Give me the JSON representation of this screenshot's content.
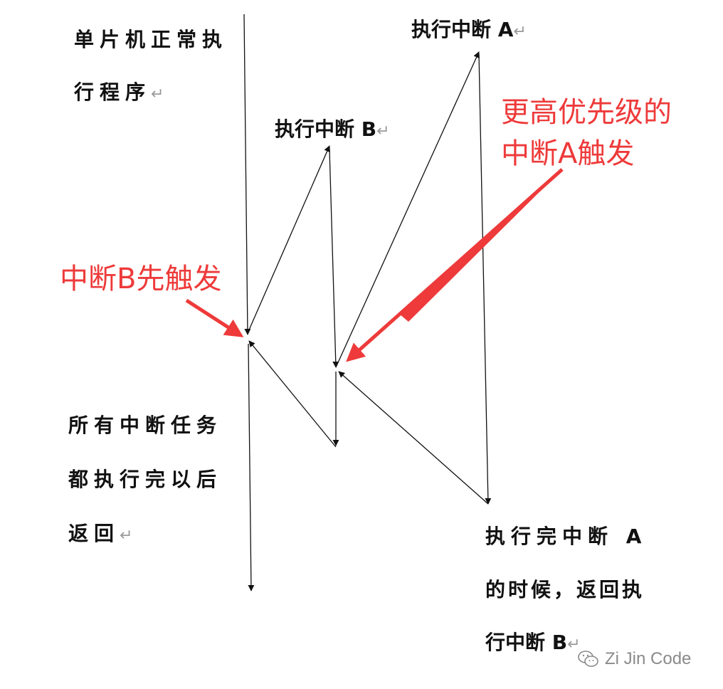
{
  "labels": {
    "main_line1": "单片机正常执",
    "main_line2": "行程序",
    "exec_b": "执行中断 B",
    "exec_a": "执行中断 A",
    "all_done_line1": "所有中断任务",
    "all_done_line2": "都执行完以后",
    "all_done_line3": "返回",
    "done_a_line1": "执行完中断  A",
    "done_a_line2": "的时候，返回执",
    "done_a_line3": "行中断 B",
    "return_mark": "↵"
  },
  "annotations": {
    "b_first": "中断B先触发",
    "a_higher_line1": "更高优先级的",
    "a_higher_line2": "中断A触发",
    "color": "#ee3a3a"
  },
  "watermark": {
    "text": "Zi Jin Code",
    "icon": "wechat-icon"
  },
  "colors": {
    "line": "#111111",
    "annotation": "#ee3a3a"
  }
}
